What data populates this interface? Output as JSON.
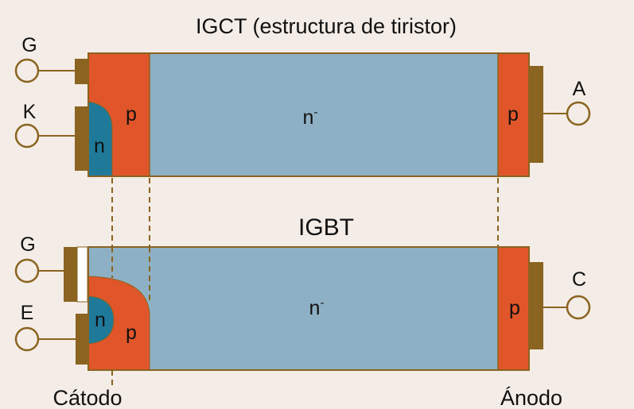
{
  "igct": {
    "title": "IGCT (estructura de tiristor)",
    "gate_label": "G",
    "cathode_label": "K",
    "anode_label": "A",
    "n_label": "n",
    "p_left_label": "p",
    "n_minus_label": "n",
    "n_minus_sup": "-",
    "p_right_label": "p"
  },
  "igbt": {
    "title": "IGBT",
    "gate_label": "G",
    "emitter_label": "E",
    "collector_label": "C",
    "n_label": "n",
    "p_left_label": "p",
    "n_minus_label": "n",
    "n_minus_sup": "-",
    "p_right_label": "p"
  },
  "footer": {
    "cathode": "Cátodo",
    "anode": "Ánodo"
  },
  "colors": {
    "p_region": "#e0562a",
    "n_region": "#1f7a9a",
    "n_minus_region": "#8eb0c4",
    "contact": "#8a6420",
    "border": "#8a6420"
  }
}
